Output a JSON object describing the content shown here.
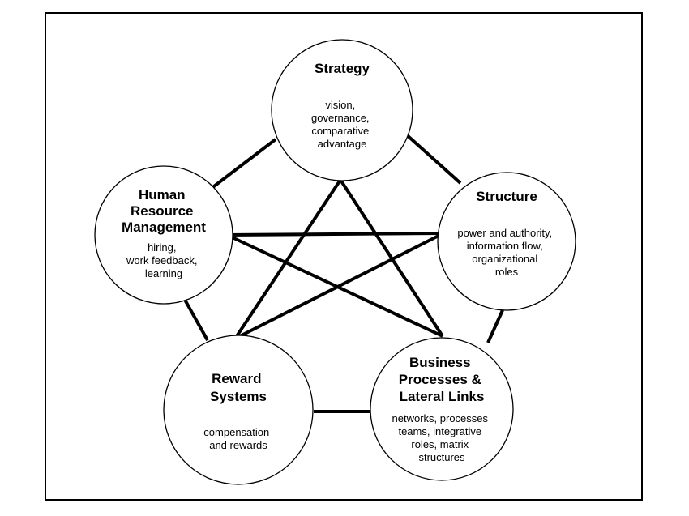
{
  "nodes": {
    "strategy": {
      "title": [
        "Strategy"
      ],
      "desc": [
        "vision,",
        "governance,",
        "comparative",
        "advantage"
      ]
    },
    "structure": {
      "title": [
        "Structure"
      ],
      "desc": [
        "power and authority,",
        "information flow,",
        "organizational",
        "roles"
      ]
    },
    "business_processes": {
      "title": [
        "Business",
        "Processes &",
        "Lateral Links"
      ],
      "desc": [
        "networks, processes",
        "teams, integrative",
        "roles, matrix",
        "structures"
      ]
    },
    "reward_systems": {
      "title": [
        "Reward",
        "Systems"
      ],
      "desc": [
        "compensation",
        "and rewards"
      ]
    },
    "human_resource": {
      "title": [
        "Human",
        "Resource",
        "Management"
      ],
      "desc": [
        "hiring,",
        "work feedback,",
        "learning"
      ]
    }
  }
}
